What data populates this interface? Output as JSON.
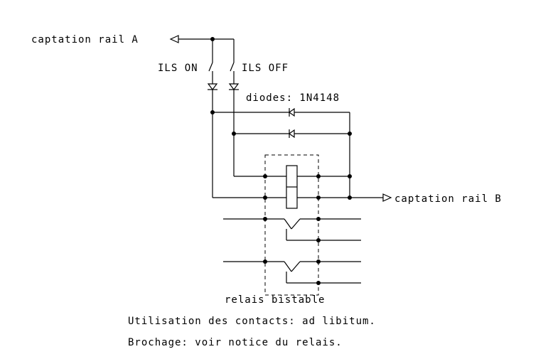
{
  "labels": {
    "rail_a": "captation rail A",
    "rail_b": "captation rail B",
    "ils_on": "ILS ON",
    "ils_off": "ILS OFF",
    "diodes": "diodes: 1N4148",
    "relay": "relais bistable"
  },
  "notes": {
    "usage": "Utilisation des contacts: ad libitum.",
    "pinout": "Brochage: voir notice du relais."
  }
}
